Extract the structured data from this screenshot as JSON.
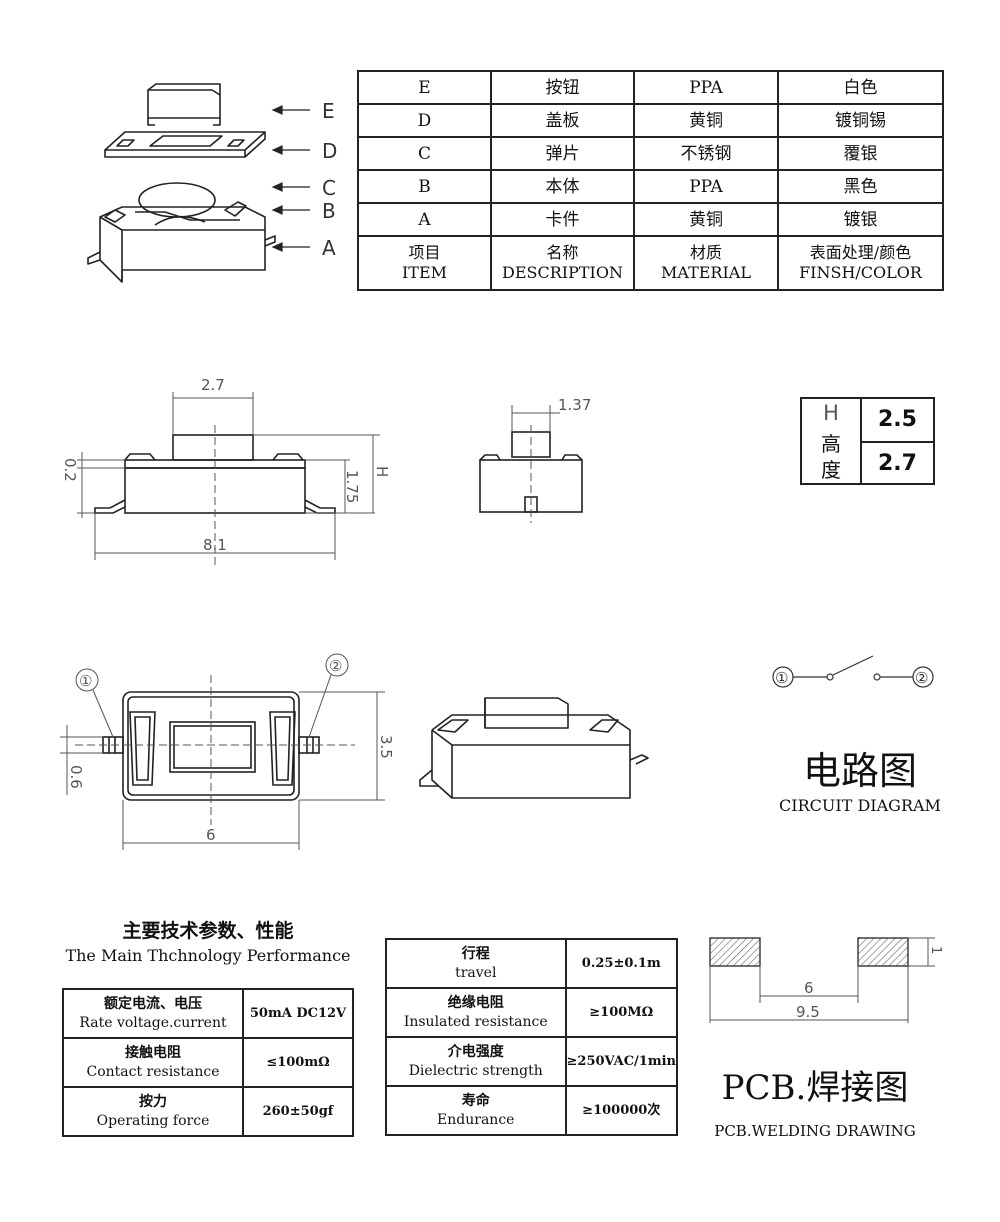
{
  "bom": {
    "rows": [
      {
        "item": "E",
        "description": "按钮",
        "material": "PPA",
        "finish": "白色"
      },
      {
        "item": "D",
        "description": "盖板",
        "material": "黄铜",
        "finish": "镀铜锡"
      },
      {
        "item": "C",
        "description": "弹片",
        "material": "不锈钢",
        "finish": "覆银"
      },
      {
        "item": "B",
        "description": "本体",
        "material": "PPA",
        "finish": "黑色"
      },
      {
        "item": "A",
        "description": "卡件",
        "material": "黄铜",
        "finish": "镀银"
      }
    ],
    "header": {
      "item_cn": "项目",
      "item_en": "ITEM",
      "desc_cn": "名称",
      "desc_en": "DESCRIPTION",
      "mat_cn": "材质",
      "mat_en": "MATERIAL",
      "finish_cn": "表面处理/颜色",
      "finish_en": "FINSH/COLOR"
    }
  },
  "exploded_labels": [
    "E",
    "D",
    "C",
    "B",
    "A"
  ],
  "dimensions": {
    "front_top_width": "2.7",
    "front_plate": "0.2",
    "front_body_height": "1.75",
    "front_total_height": "H",
    "front_length": "8.1",
    "side_button_width": "1.37",
    "top_width": "3.5",
    "top_length": "6",
    "top_pin": "0.6",
    "pin1": "①",
    "pin2": "②"
  },
  "height_table": {
    "label_h": "H",
    "label_cn1": "高",
    "label_cn2": "度",
    "values": [
      "2.5",
      "2.7"
    ]
  },
  "circuit": {
    "pin1": "①",
    "pin2": "②",
    "title_cn": "电路图",
    "title_en": "CIRCUIT DIAGRAM"
  },
  "performance": {
    "title_cn": "主要技术参数、性能",
    "title_en": "The Main Thchnology Performance",
    "left": [
      {
        "cn": "额定电流、电压",
        "en": "Rate voltage.current",
        "value": "50mA DC12V"
      },
      {
        "cn": "接触电阻",
        "en": "Contact resistance",
        "value": "≤100mΩ"
      },
      {
        "cn": "按力",
        "en": "Operating force",
        "value": "260±50gf"
      }
    ],
    "right": [
      {
        "cn": "行程",
        "en": "travel",
        "value": "0.25±0.1m"
      },
      {
        "cn": "绝缘电阻",
        "en": "Insulated resistance",
        "value": "≥100MΩ"
      },
      {
        "cn": "介电强度",
        "en": "Dielectric strength",
        "value": "≥250VAC/1min"
      },
      {
        "cn": "寿命",
        "en": "Endurance",
        "value": "≥100000次"
      }
    ]
  },
  "pcb": {
    "inner": "6",
    "outer": "9.5",
    "pad_height": "1",
    "title_cn": "PCB.焊接图",
    "title_en": "PCB.WELDING DRAWING"
  }
}
